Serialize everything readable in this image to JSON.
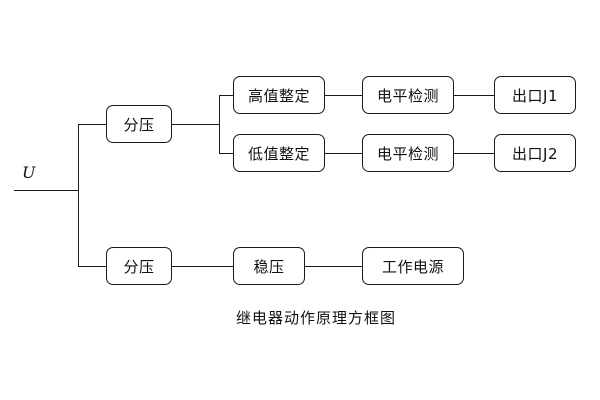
{
  "diagram": {
    "caption": "继电器动作原理方框图",
    "input_label": "U",
    "nodes": {
      "divider_top": "分压",
      "high_set": "高值整定",
      "low_set": "低值整定",
      "level_detect_1": "电平检测",
      "level_detect_2": "电平检测",
      "output_j1": "出口J1",
      "output_j2": "出口J2",
      "divider_bottom": "分压",
      "regulator": "稳压",
      "working_supply": "工作电源"
    },
    "colors": {
      "line": "#1a1a1a",
      "box_border": "#1a1a1a",
      "background": "#ffffff",
      "text": "#111111"
    }
  }
}
